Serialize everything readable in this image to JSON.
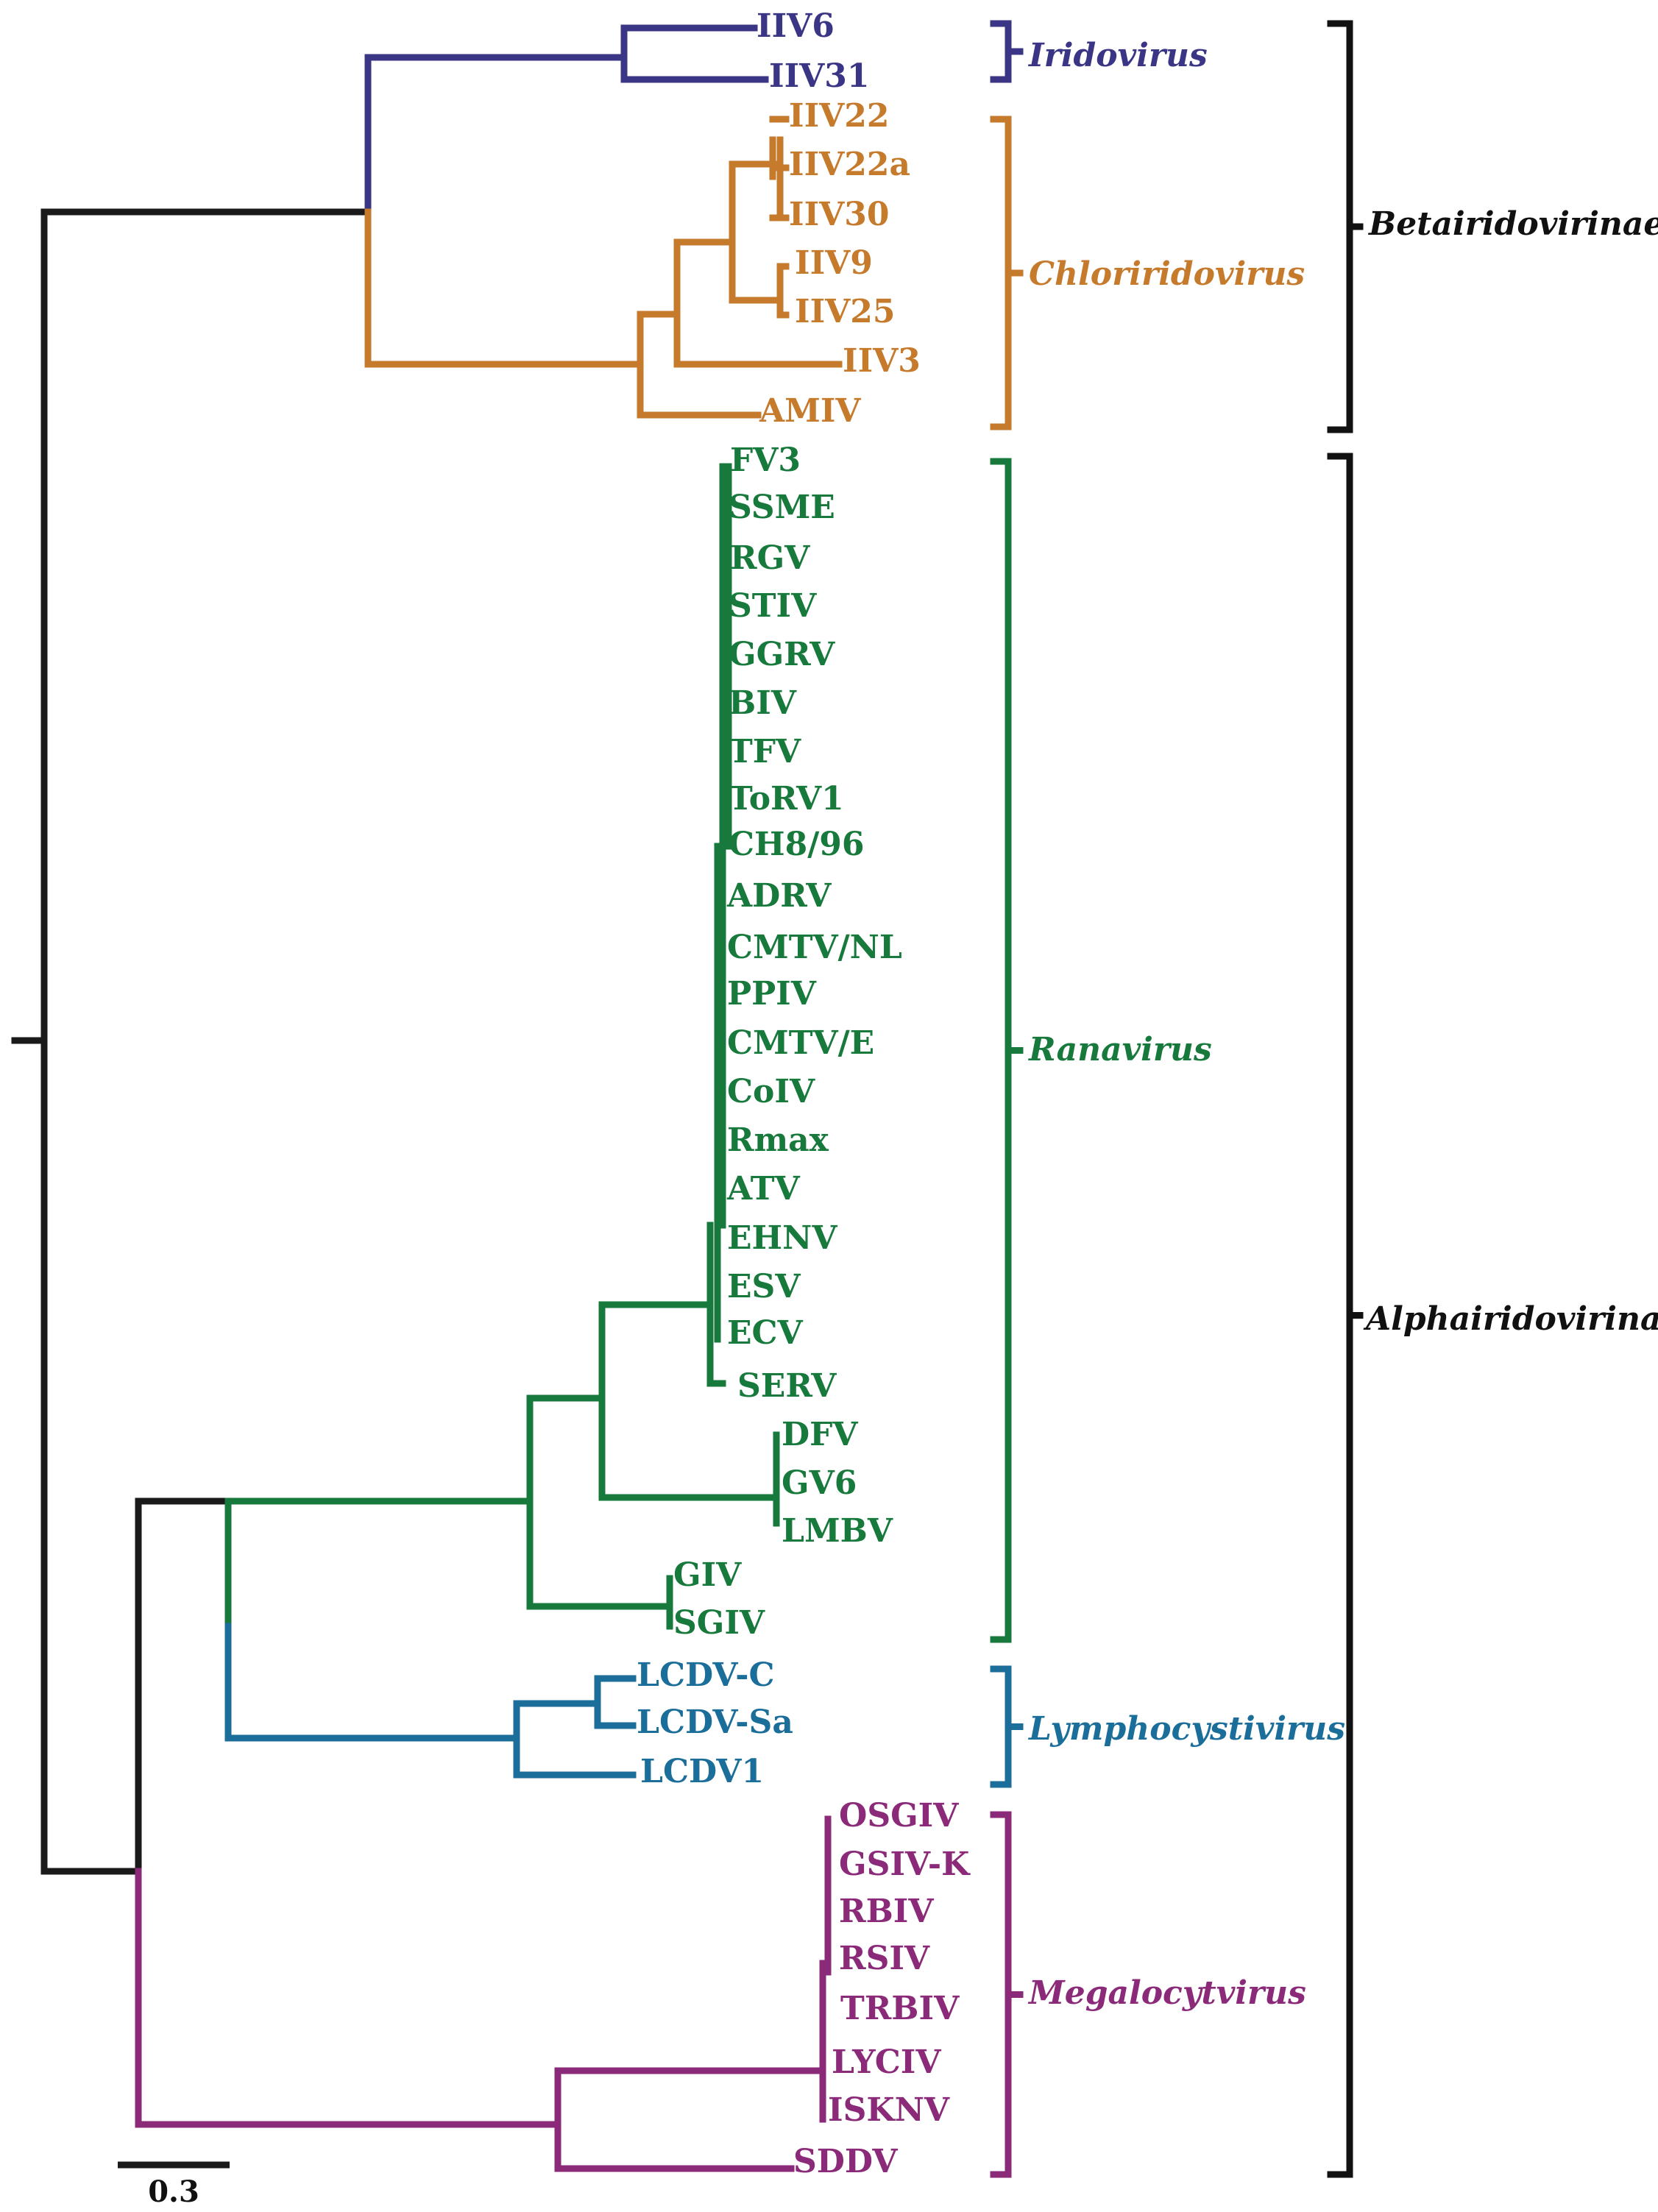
{
  "colors": {
    "root": "#1a1a1a",
    "iridovirus": "#3b3585",
    "chloriridovirus": "#c57a2c",
    "ranavirus": "#17793b",
    "lymphocystivirus": "#1b6e9a",
    "megalocytivirus": "#8a2a78",
    "subfamily": "#111111"
  },
  "tips": {
    "iridovirus": [
      "IIV6",
      "IIV31"
    ],
    "chloriridovirus": [
      "IIV22",
      "IIV22a",
      "IIV30",
      "IIV9",
      "IIV25",
      "IIV3",
      "AMIV"
    ],
    "ranavirus": [
      "FV3",
      "SSME",
      "RGV",
      "STIV",
      "GGRV",
      "BIV",
      "TFV",
      "ToRV1",
      "CH8/96",
      "ADRV",
      "CMTV/NL",
      "PPIV",
      "CMTV/E",
      "CoIV",
      "Rmax",
      "ATV",
      "EHNV",
      "ESV",
      "ECV",
      "SERV",
      "DFV",
      "GV6",
      "LMBV",
      "GIV",
      "SGIV"
    ],
    "lymphocystivirus": [
      "LCDV-C",
      "LCDV-Sa",
      "LCDV1"
    ],
    "megalocytivirus": [
      "OSGIV",
      "GSIV-K",
      "RBIV",
      "RSIV",
      "TRBIV",
      "LYCIV",
      "ISKNV",
      "SDDV"
    ]
  },
  "genera": {
    "iridovirus": "Iridovirus",
    "chloriridovirus": "Chloriridovirus",
    "ranavirus": "Ranavirus",
    "lymphocystivirus": "Lymphocystivirus",
    "megalocytivirus": "Megalocytvirus"
  },
  "subfamilies": {
    "beta": "Betairidovirinae",
    "alpha": "Alphairidovirinae"
  },
  "scale_bar": {
    "label": "0.3"
  }
}
